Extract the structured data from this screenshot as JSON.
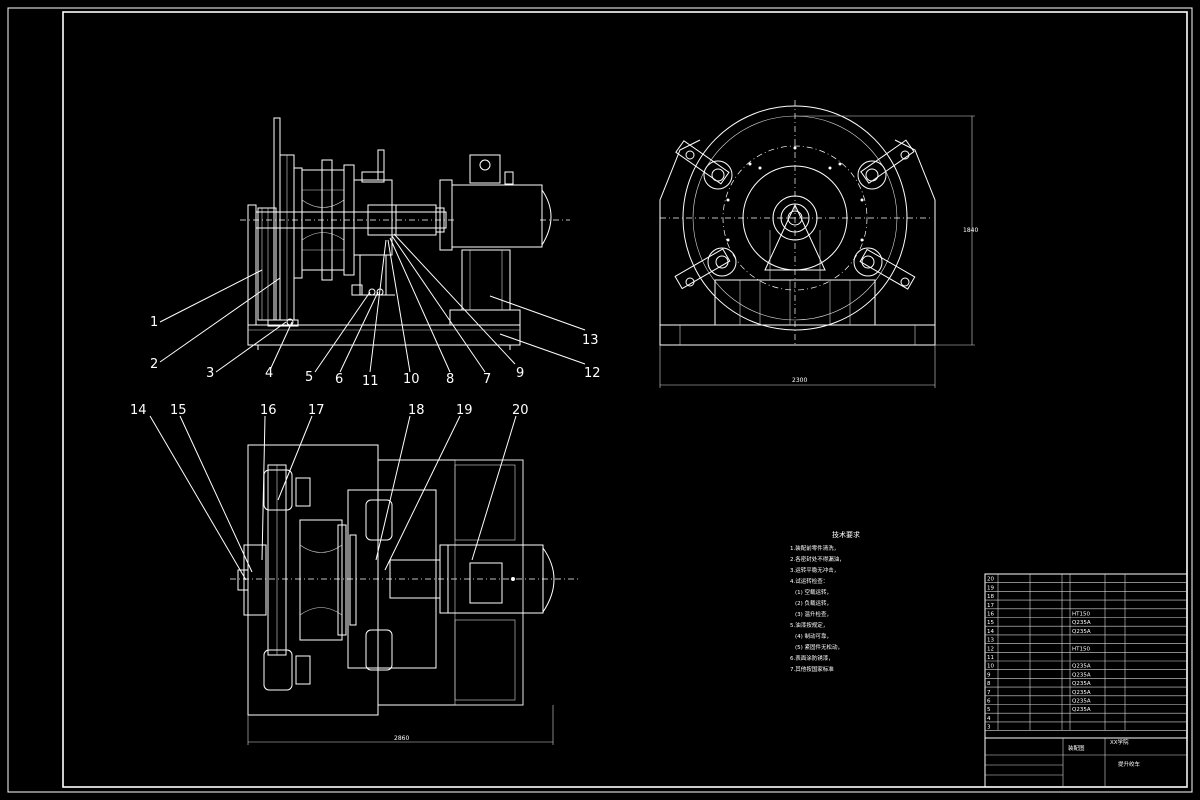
{
  "part_labels_side": [
    "1",
    "2",
    "3",
    "4",
    "5",
    "6",
    "11",
    "10",
    "8",
    "7",
    "9",
    "12",
    "13"
  ],
  "part_labels_top": [
    "14",
    "15",
    "16",
    "17",
    "18",
    "19",
    "20"
  ],
  "dimensions": {
    "front_width": "2300",
    "front_height": "1840",
    "top_width": "2860"
  },
  "tech_requirements": {
    "heading": "技术要求",
    "lines": [
      "1.装配前零件清洗，",
      "2.各密封处不得漏油，",
      "3.运转平稳无冲击，",
      "4.试运转检查：",
      "(1) 空载运转，",
      "(2) 负载运转，",
      "(3) 温升检查，",
      "5.油漆按规定，",
      "(4) 制动可靠，",
      "(5) 紧固件无松动，",
      "6.表面涂防锈漆，",
      "7.其他按国家标准"
    ]
  },
  "bom": {
    "rows": [
      {
        "no": "20",
        "mat": ""
      },
      {
        "no": "19",
        "mat": ""
      },
      {
        "no": "18",
        "mat": ""
      },
      {
        "no": "17",
        "mat": ""
      },
      {
        "no": "16",
        "mat": "HT150"
      },
      {
        "no": "15",
        "mat": "Q235A"
      },
      {
        "no": "14",
        "mat": "Q235A"
      },
      {
        "no": "13",
        "mat": ""
      },
      {
        "no": "12",
        "mat": "HT150"
      },
      {
        "no": "11",
        "mat": ""
      },
      {
        "no": "10",
        "mat": "Q235A"
      },
      {
        "no": "9",
        "mat": "Q235A"
      },
      {
        "no": "8",
        "mat": "Q235A"
      },
      {
        "no": "7",
        "mat": "Q235A"
      },
      {
        "no": "6",
        "mat": "Q235A"
      },
      {
        "no": "5",
        "mat": "Q235A"
      },
      {
        "no": "4",
        "mat": ""
      },
      {
        "no": "3",
        "mat": ""
      }
    ]
  },
  "title_block": {
    "name": "提升绞车",
    "drawing_no": "装配图",
    "school": "XX学院"
  }
}
